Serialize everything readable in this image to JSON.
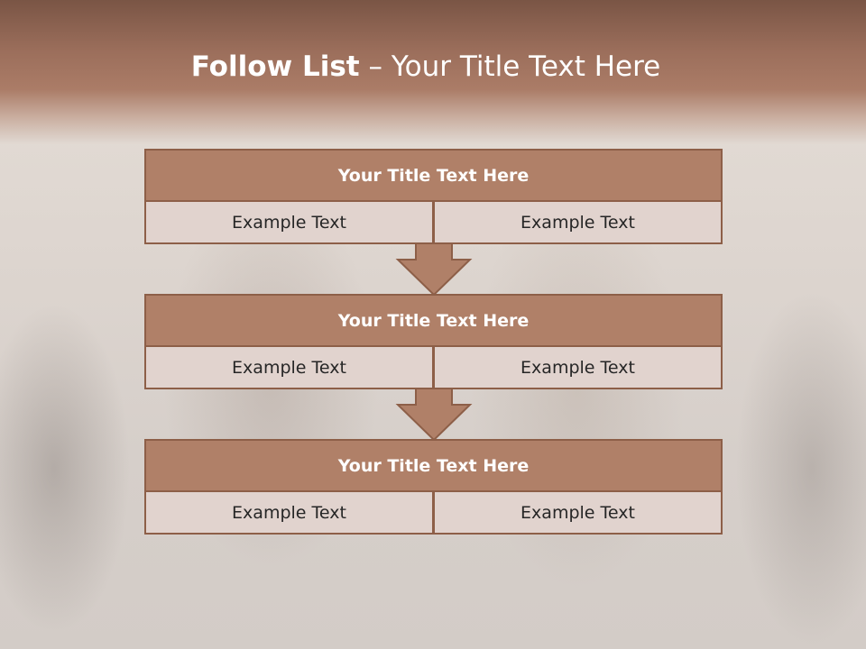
{
  "slide": {
    "title_bold": "Follow List",
    "title_rest": " – Your Title Text Here"
  },
  "steps": [
    {
      "title": "Your Title Text Here",
      "left": "Example Text",
      "right": "Example Text"
    },
    {
      "title": "Your Title Text Here",
      "left": "Example Text",
      "right": "Example Text"
    },
    {
      "title": "Your Title Text Here",
      "left": "Example Text",
      "right": "Example Text"
    }
  ],
  "colors": {
    "header_fill": "#b08068",
    "cell_fill": "#e1d3ce",
    "border": "#8d5f48",
    "arrow_fill": "#b08068"
  },
  "icons": {
    "connector": "down-arrow-icon"
  }
}
